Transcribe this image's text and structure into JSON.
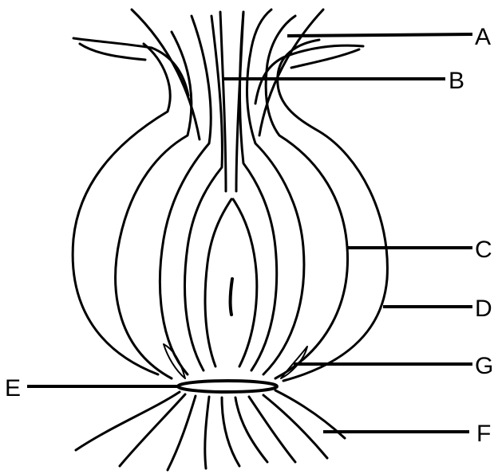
{
  "labels": {
    "a": "A",
    "b": "B",
    "c": "C",
    "d": "D",
    "e": "E",
    "f": "F",
    "g": "G"
  },
  "colors": {
    "ink": "#000000",
    "background": "#ffffff"
  }
}
